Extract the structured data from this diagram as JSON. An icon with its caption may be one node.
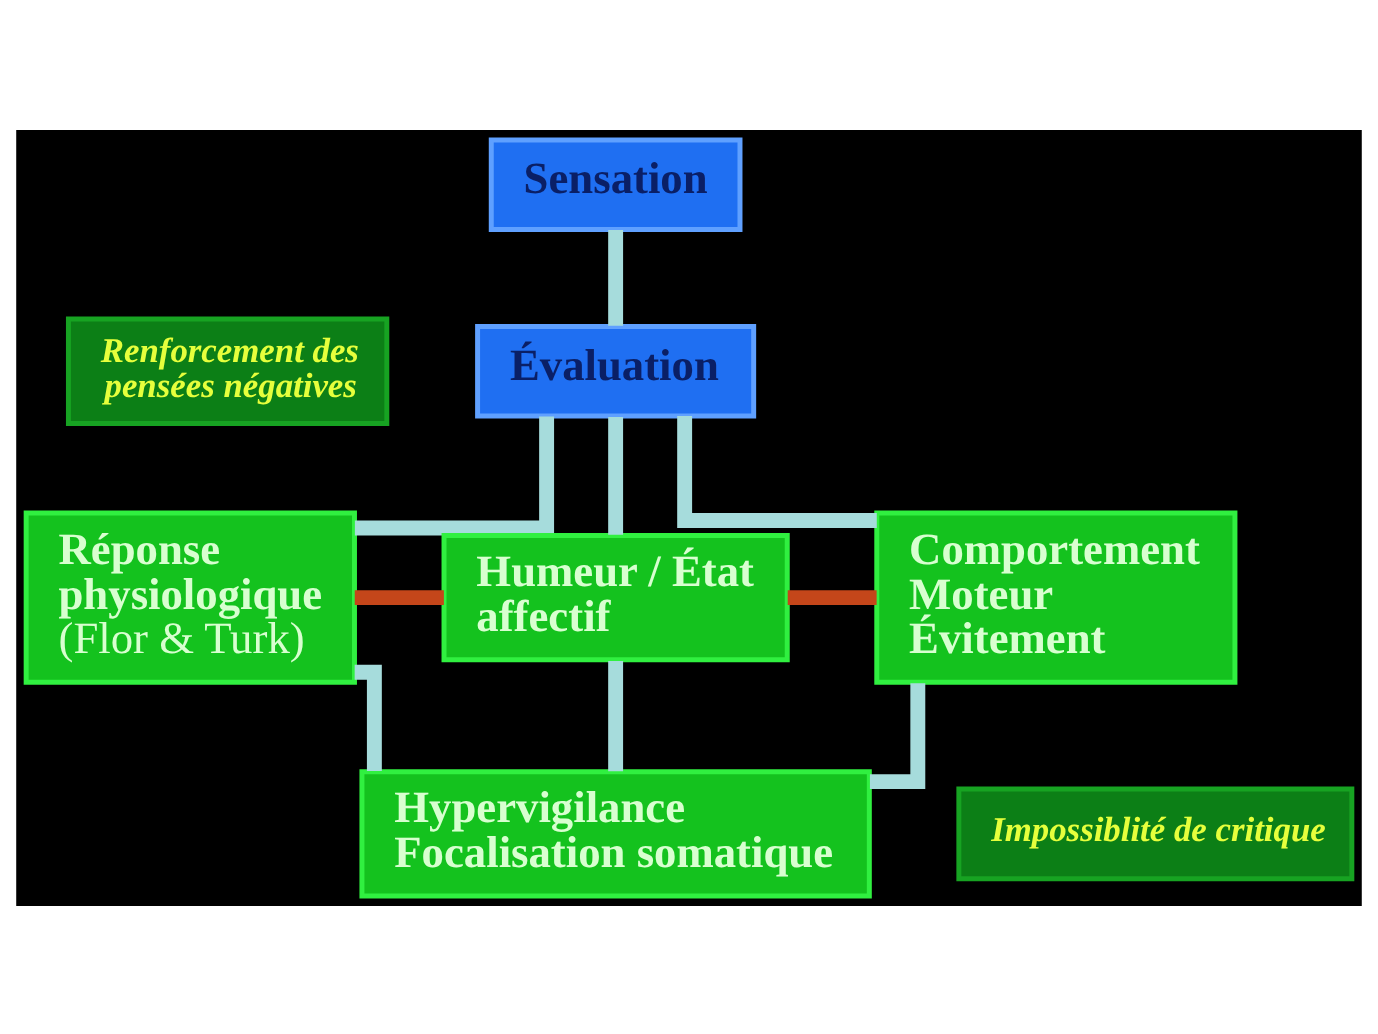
{
  "diagram": {
    "nodes": [
      {
        "text": [
          "Sensation"
        ]
      },
      {
        "text": [
          "Évaluation"
        ]
      },
      {
        "text": [
          "Renforcement des pensées négatives"
        ]
      },
      {
        "text": [
          "Réponse physiologique",
          "(Flor & Turk)"
        ]
      },
      {
        "text": [
          "Humeur / État affectif"
        ]
      },
      {
        "text": [
          "Comportement Moteur Évitement"
        ]
      },
      {
        "text": [
          "Impossiblité de critique"
        ]
      },
      {
        "text": [
          "Hypervigilance Focalisation somatique"
        ]
      }
    ],
    "edges": [
      {
        "from": 0,
        "to": 1,
        "arrow": "none"
      },
      {
        "from": 1,
        "to": 3,
        "arrow": "none"
      },
      {
        "from": 1,
        "to": 4,
        "arrow": "none"
      },
      {
        "from": 1,
        "to": 5,
        "arrow": "none"
      },
      {
        "from": 3,
        "to": 4,
        "arrow": "none",
        "color": "#c4461a"
      },
      {
        "from": 4,
        "to": 5,
        "arrow": "none",
        "color": "#c4461a"
      },
      {
        "from": 3,
        "to": 7,
        "arrow": "none"
      },
      {
        "from": 4,
        "to": 7,
        "arrow": "none"
      },
      {
        "from": 5,
        "to": 7,
        "arrow": "none"
      }
    ]
  }
}
